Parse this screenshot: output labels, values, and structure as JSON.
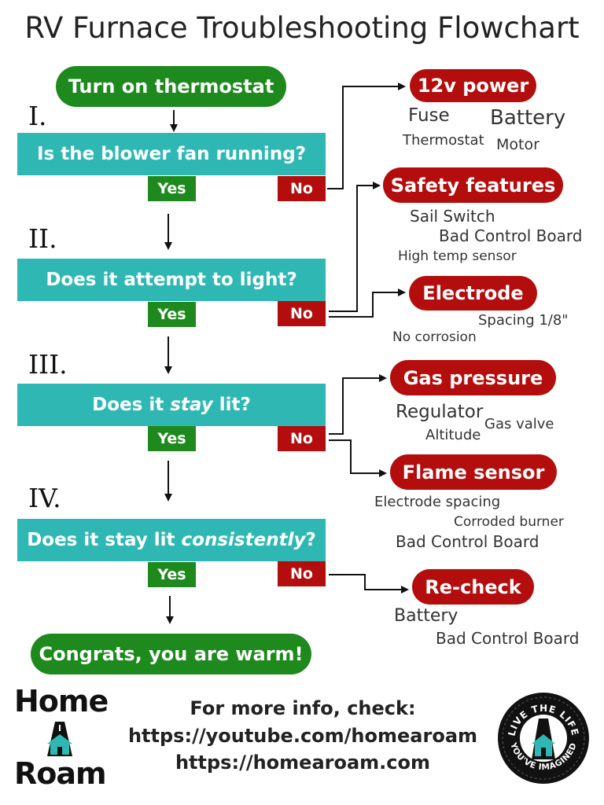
{
  "title": "RV Furnace Troubleshooting Flowchart",
  "start": "Turn on thermostat",
  "end": "Congrats, you are warm!",
  "steps": [
    {
      "numeral": "I.",
      "question_pre": "Is the blower fan running?",
      "question_em": "",
      "question_post": "",
      "yes": "Yes",
      "no": "No"
    },
    {
      "numeral": "II.",
      "question_pre": "Does it attempt to light?",
      "question_em": "",
      "question_post": "",
      "yes": "Yes",
      "no": "No"
    },
    {
      "numeral": "III.",
      "question_pre": "Does it ",
      "question_em": "stay",
      "question_post": " lit?",
      "yes": "Yes",
      "no": "No"
    },
    {
      "numeral": "IV.",
      "question_pre": "Does it stay lit ",
      "question_em": "consistently",
      "question_post": "?",
      "yes": "Yes",
      "no": "No"
    }
  ],
  "checks": [
    {
      "label": "12v power",
      "causes": [
        "Fuse",
        "Battery",
        "Thermostat",
        "Motor"
      ]
    },
    {
      "label": "Safety features",
      "causes": [
        "Sail Switch",
        "Bad Control Board",
        "High temp sensor"
      ]
    },
    {
      "label": "Electrode",
      "causes": [
        "Spacing 1/8\"",
        "No corrosion"
      ]
    },
    {
      "label": "Gas pressure",
      "causes": [
        "Regulator",
        "Gas valve",
        "Altitude"
      ]
    },
    {
      "label": "Flame sensor",
      "causes": [
        "Electrode spacing",
        "Corroded burner",
        "Bad Control Board"
      ]
    },
    {
      "label": "Re-check",
      "causes": [
        "Battery",
        "Bad Control Board"
      ]
    }
  ],
  "footer": {
    "heading": "For more info, check:",
    "links": [
      "https://youtube.com/homearoam",
      "https://homearoam.com"
    ]
  },
  "brand": {
    "word_top": "Home",
    "word_letter": "A",
    "word_bottom": "Roam",
    "badge_top": "LIVE THE LIFE",
    "badge_bottom": "YOU'VE IMAGINED"
  },
  "colors": {
    "green": "#1e8a1e",
    "red": "#b30d0d",
    "teal": "#2fb8b3"
  }
}
